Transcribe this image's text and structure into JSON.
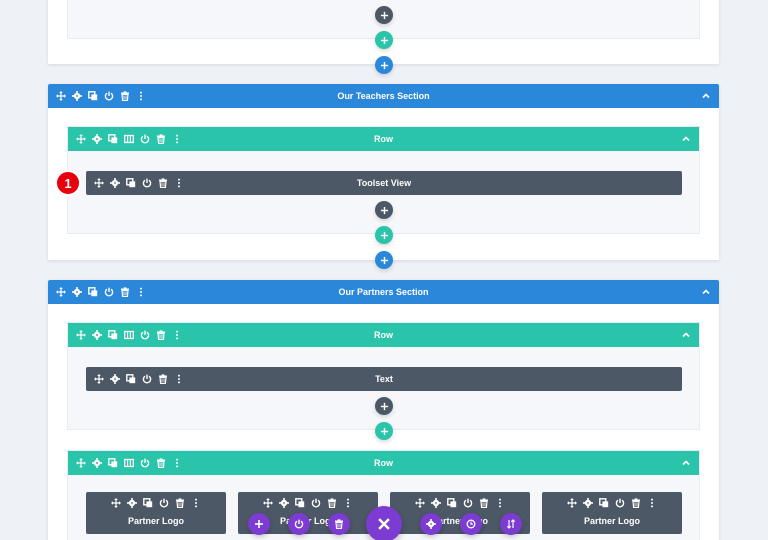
{
  "colors": {
    "section_bar": "#2b87da",
    "row_bar": "#29c4a9",
    "module_bg": "#4c5866",
    "badge": "#e8000d",
    "floating_menu": "#7c3bd1",
    "page_bg": "#eef1f6"
  },
  "top_section": {
    "add_buttons": [
      "plus-icon",
      "plus-icon",
      "plus-icon"
    ]
  },
  "teachers_section": {
    "title": "Our Teachers Section",
    "row": {
      "title": "Row",
      "module": {
        "title": "Toolset View",
        "badge": "1"
      }
    }
  },
  "partners_section": {
    "title": "Our Partners Section",
    "row1": {
      "title": "Row",
      "module": {
        "title": "Text"
      }
    },
    "row2": {
      "title": "Row",
      "modules": [
        {
          "title": "Partner Logo"
        },
        {
          "title": "Partner Logo"
        },
        {
          "title": "Partner Logo"
        },
        {
          "title": "Partner Logo"
        }
      ]
    }
  },
  "floating_menu": {
    "items": [
      "plus-icon",
      "power-icon",
      "trash-icon",
      "close-icon",
      "gear-icon",
      "history-icon",
      "sort-icon"
    ]
  }
}
